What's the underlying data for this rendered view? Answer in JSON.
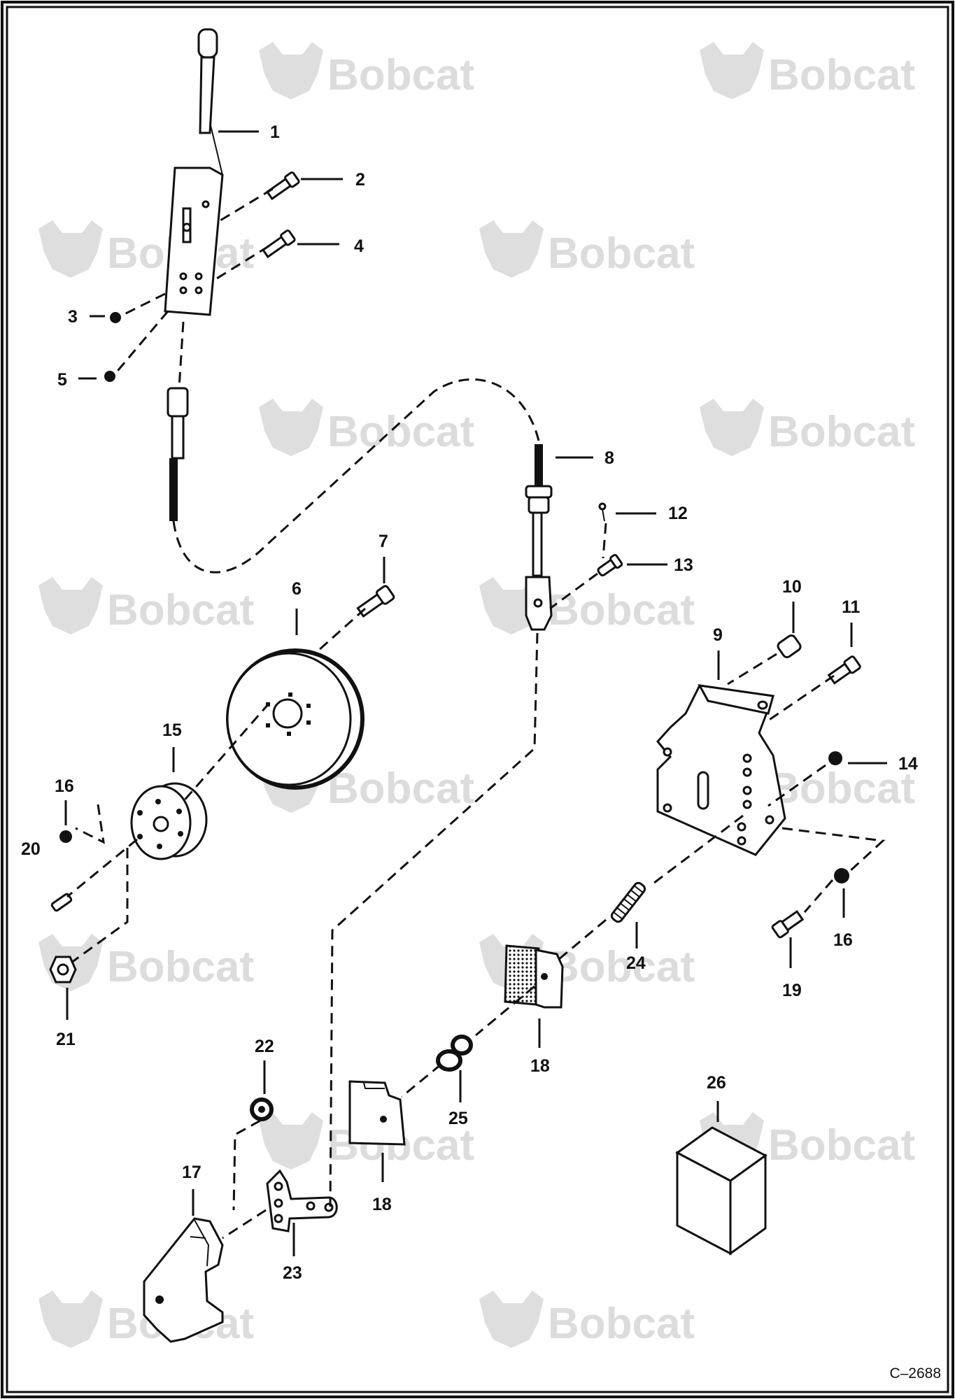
{
  "brand": "Bobcat",
  "drawing_code": "C–2688",
  "callouts": [
    "1",
    "2",
    "3",
    "4",
    "5",
    "6",
    "7",
    "8",
    "9",
    "10",
    "11",
    "12",
    "13",
    "14",
    "15",
    "16",
    "16",
    "17",
    "18",
    "18",
    "19",
    "20",
    "21",
    "22",
    "23",
    "24",
    "25",
    "26"
  ],
  "colors": {
    "line": "#111111",
    "watermark": "#dcdcdc",
    "background": "#ffffff"
  }
}
